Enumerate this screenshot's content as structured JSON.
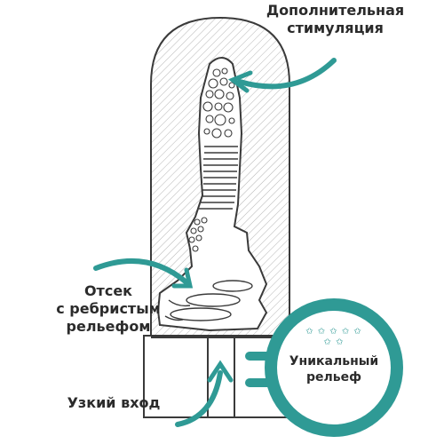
{
  "labels": {
    "extra_stimulation_line1": "Дополнительная",
    "extra_stimulation_line2": "стимуляция",
    "ribbed_section_line1": "Отсек",
    "ribbed_section_line2": "с ребристым",
    "ribbed_section_line3": "рельефом",
    "narrow_entrance": "Узкий вход"
  },
  "badge": {
    "line1": "Уникальный",
    "line2": "рельеф",
    "stars": "✩ ✩ ✩ ✩ ✩ ✩ ✩"
  },
  "colors": {
    "accent": "#2f9a95",
    "outline": "#3a3a3a",
    "hatch": "#b8b8b8",
    "text": "#2b2b2b"
  }
}
